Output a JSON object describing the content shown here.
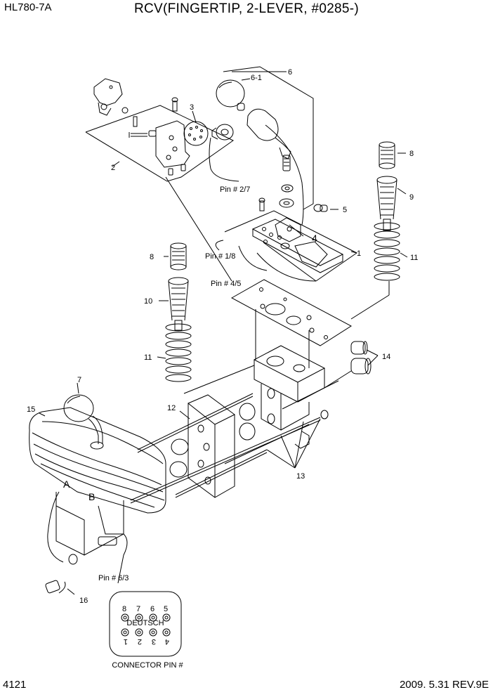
{
  "header": {
    "model": "HL780-7A",
    "title": "RCV(FINGERTIP, 2-LEVER, #0285-)"
  },
  "callouts": {
    "c1": "1",
    "c2": "2",
    "c3": "3",
    "c4": "4",
    "c5": "5",
    "c6": "6",
    "c6_1": "6-1",
    "c7": "7",
    "c8a": "8",
    "c8b": "8",
    "c9": "9",
    "c10": "10",
    "c11a": "11",
    "c11b": "11",
    "c12": "12",
    "c13": "13",
    "c14": "14",
    "c15": "15",
    "c16": "16"
  },
  "pin_labels": {
    "p27": "Pin # 2/7",
    "p18": "Pin # 1/8",
    "p45": "Pin # 4/5",
    "p63": "Pin # 6/3"
  },
  "connector": {
    "top_pins": [
      "8",
      "7",
      "6",
      "5"
    ],
    "name": "DEUTSCH",
    "bottom_pins": [
      "1",
      "2",
      "3",
      "4"
    ],
    "caption": "CONNECTOR PIN #"
  },
  "handle_marks": {
    "a": "A",
    "b": "B"
  },
  "footer": {
    "page": "4121",
    "date_rev": "2009. 5.31  REV.9E"
  }
}
